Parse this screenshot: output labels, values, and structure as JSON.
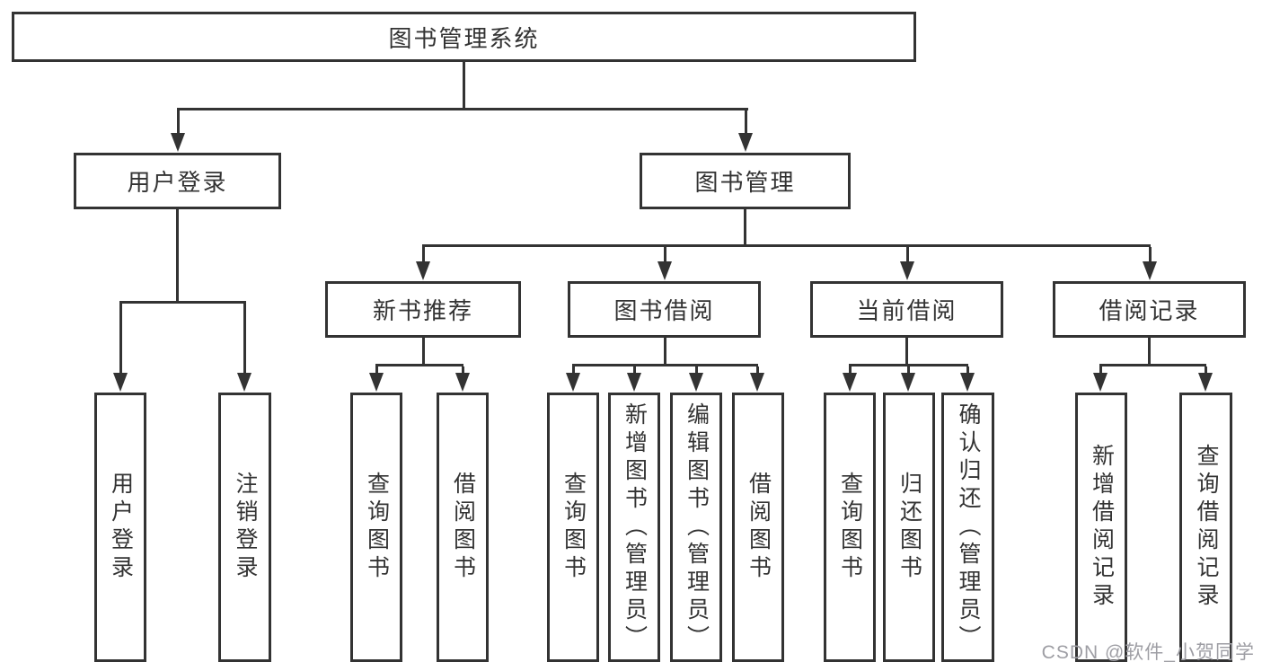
{
  "nodes": {
    "root": "图书管理系统",
    "user_login": "用户登录",
    "book_mgmt": "图书管理",
    "new_book_rec": "新书推荐",
    "book_borrow": "图书借阅",
    "current_borrow": "当前借阅",
    "borrow_records": "借阅记录"
  },
  "leaves": {
    "user_login": "用户登录",
    "logout": "注销登录",
    "nbr_query_books": "查询图书",
    "nbr_borrow_books": "借阅图书",
    "bb_query_books": "查询图书",
    "bb_add_books_admin": "新增图书（管理员）",
    "bb_edit_books_admin": "编辑图书（管理员）",
    "bb_borrow_books": "借阅图书",
    "cb_query_books": "查询图书",
    "cb_return_books": "归还图书",
    "cb_confirm_return_admin": "确认归还（管理员）",
    "br_add_record": "新增借阅记录",
    "br_query_record": "查询借阅记录"
  },
  "watermark": "CSDN @软件_小贺同学",
  "colors": {
    "line": "#333333",
    "text": "#333333",
    "watermark_text": "#9e9ea4",
    "background": "#ffffff"
  }
}
